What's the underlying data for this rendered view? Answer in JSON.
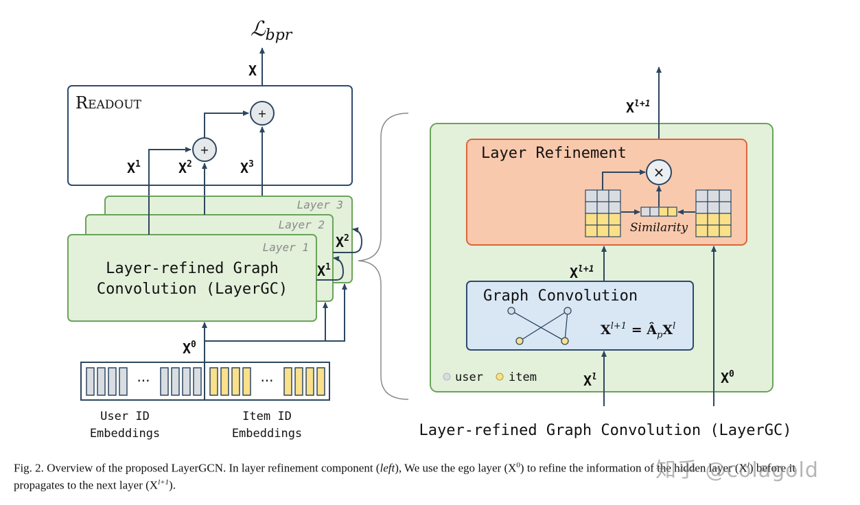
{
  "left_panel": {
    "loss_label": "ℒ",
    "loss_subscript": "bpr",
    "top_x": "X",
    "readout_title": "Readout",
    "plus_symbol": "+",
    "x1_label": "X",
    "x1_sup": "1",
    "x2_label": "X",
    "x2_sup": "2",
    "x3_label": "X",
    "x3_sup": "3",
    "layer_tags": [
      "Layer 3",
      "Layer 2",
      "Layer 1"
    ],
    "layergc_line1": "Layer-refined Graph",
    "layergc_line2": "Convolution (LayerGC)",
    "loop_x1": "X",
    "loop_x1_sup": "1",
    "loop_x2": "X",
    "loop_x2_sup": "2",
    "x0_label": "X",
    "x0_sup": "0",
    "ellipsis": "···",
    "user_emb_line1": "User ID",
    "user_emb_line2": "Embeddings",
    "item_emb_line1": "Item ID",
    "item_emb_line2": "Embeddings"
  },
  "right_panel": {
    "top_x": "X",
    "top_x_sup": "l+1",
    "refinement_title": "Layer Refinement",
    "times_symbol": "×",
    "similarity_label": "Similarity",
    "mid_x": "X",
    "mid_x_sup": "l+1",
    "graph_conv_title": "Graph Convolution",
    "formula_lhs": "X",
    "formula_lhs_sup": "l+1",
    "formula_rhs": " = Â",
    "formula_sub": "p",
    "formula_x": "X",
    "formula_x_sup": "l",
    "legend_user": "user",
    "legend_item": "item",
    "xl_label": "X",
    "xl_sup": "l",
    "x0_label": "X",
    "x0_sup": "0",
    "panel_caption": "Layer-refined Graph Convolution (LayerGC)"
  },
  "caption": {
    "fig_label": "Fig. 2.",
    "text_1": "  Overview of the proposed LayerGCN. In layer refinement component (",
    "left_word": "left",
    "text_2": "), We use the ego layer (X",
    "sup_0": "0",
    "text_3": ") to refine the information of the hidden layer (X",
    "sup_l": "l",
    "text_4": ") before it propagates to the next layer (X",
    "sup_l1": "l+1",
    "text_5": ")."
  },
  "watermark": "知乎 @colagold",
  "colors": {
    "arrow": "#2d4660",
    "readout_border": "#2c4a70",
    "green_fill": "#e3f0da",
    "green_border": "#6aa35a",
    "orange_fill": "#f9c9ad",
    "orange_border": "#d9653a",
    "blue_fill": "#d9e7f5",
    "blue_border": "#2c4a70",
    "user_gray": "#d9dde2",
    "item_yellow": "#fbe08a"
  }
}
